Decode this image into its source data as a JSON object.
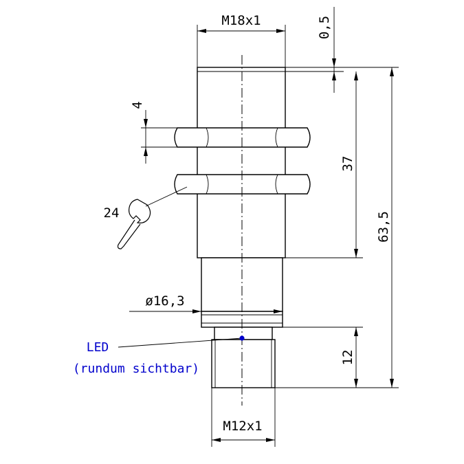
{
  "labels": {
    "thread_top": "M18x1",
    "thread_bottom": "M12x1",
    "dim_gap": "0,5",
    "dim_nut": "4",
    "wrench": "24",
    "dim_37": "37",
    "dim_63": "63,5",
    "diameter": "ø16,3",
    "dim_12": "12",
    "led_line1": "LED",
    "led_line2": "(rundum sichtbar)"
  },
  "colors": {
    "line": "#000000",
    "led": "#0000cc"
  }
}
